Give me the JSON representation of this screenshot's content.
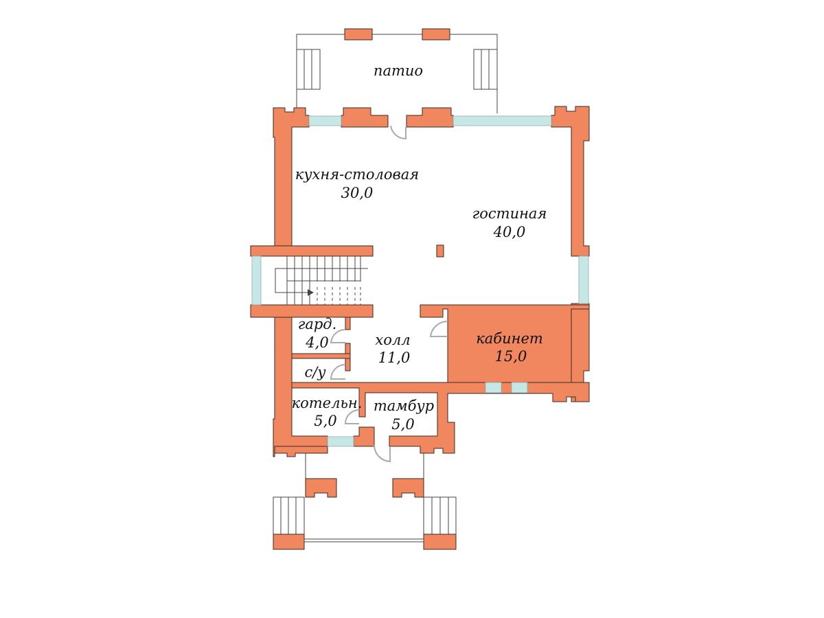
{
  "rooms": {
    "patio": {
      "name": "патио"
    },
    "kitchen": {
      "name": "кухня-столовая",
      "area": "30,0"
    },
    "living": {
      "name": "гостиная",
      "area": "40,0"
    },
    "wardrobe": {
      "name": "гард.",
      "area": "4,0"
    },
    "hall": {
      "name": "холл",
      "area": "11,0"
    },
    "study": {
      "name": "кабинет",
      "area": "15,0"
    },
    "wc": {
      "name": "с/у"
    },
    "boiler": {
      "name": "котельн.",
      "area": "5,0"
    },
    "vestibule": {
      "name": "тамбур",
      "area": "5,0"
    }
  },
  "colors": {
    "wall": "#f0875e",
    "glass": "#c5e8e6"
  }
}
